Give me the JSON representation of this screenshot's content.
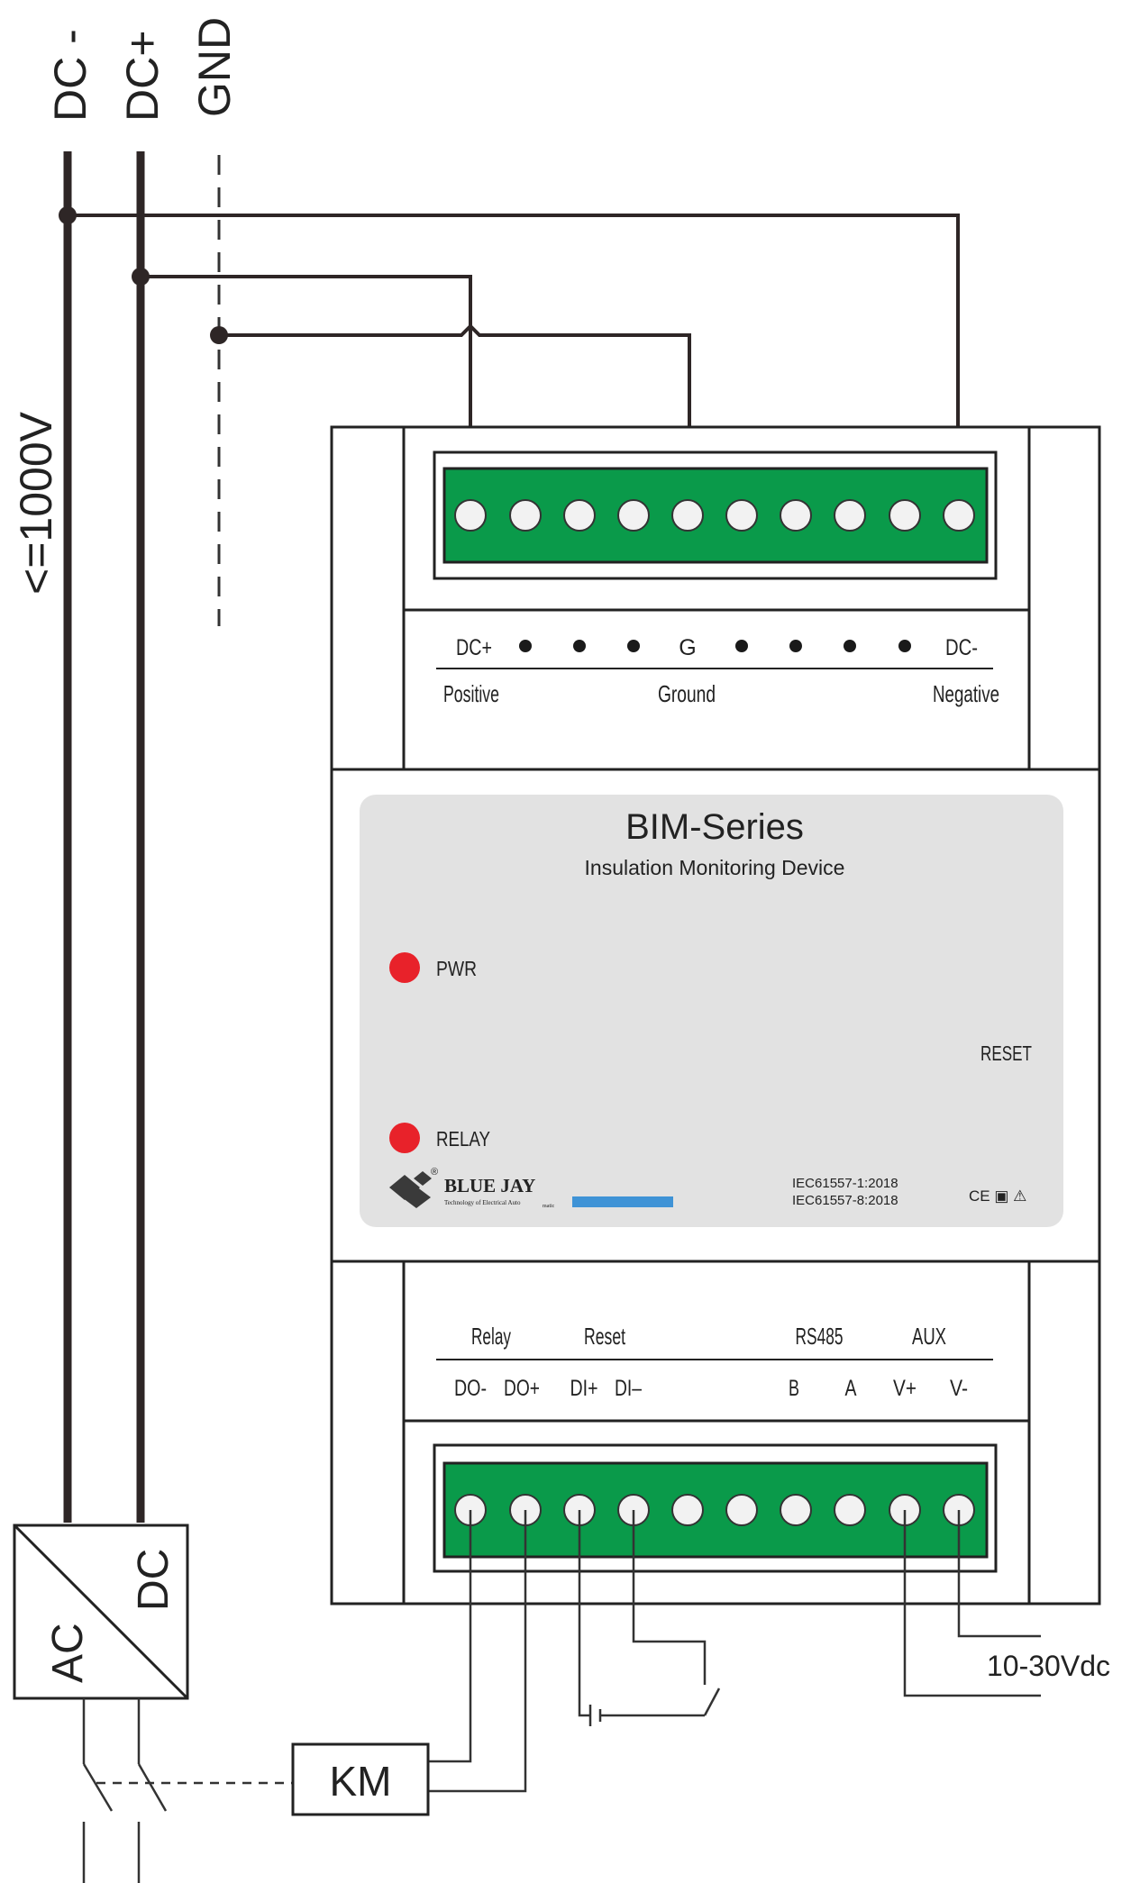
{
  "bus": {
    "dc_minus": "DC -",
    "dc_plus": "DC+",
    "gnd": "GND",
    "voltage": "<=1000V"
  },
  "converter": {
    "ac": "AC",
    "dc": "DC"
  },
  "contactor": {
    "label": "KM"
  },
  "top_terminal": {
    "pins": [
      "DC+",
      "",
      "",
      "",
      "G",
      "",
      "",
      "",
      "",
      "DC-"
    ],
    "descriptions": {
      "positive": "Positive",
      "ground": "Ground",
      "negative": "Negative"
    }
  },
  "panel": {
    "title": "BIM-Series",
    "subtitle": "Insulation Monitoring Device",
    "pwr_label": "PWR",
    "relay_label": "RELAY",
    "reset_label": "RESET",
    "brand": "BLUE JAY",
    "brand_reg": "®",
    "brand_tagline": "Technology of Electrical Auto",
    "brand_tagline_suffix": "matic",
    "standard_1": "IEC61557-1:2018",
    "standard_2": "IEC61557-8:2018",
    "marks": "CE ▣ ⚠"
  },
  "bottom_terminal": {
    "groups": {
      "relay": "Relay",
      "reset": "Reset",
      "rs485": "RS485",
      "aux": "AUX"
    },
    "pins": {
      "do_minus": "DO-",
      "do_plus": "DO+",
      "di_plus": "DI+",
      "di_minus": "DI–",
      "b": "B",
      "a": "A",
      "v_plus": "V+",
      "v_minus": "V-"
    }
  },
  "supply": {
    "label": "10-30Vdc"
  },
  "colors": {
    "terminal_green": "#0a9a4a",
    "led_red": "#e8222a",
    "panel_gray": "#e2e2e2",
    "brand_blue": "#3f93d6",
    "wire": "#2e2626"
  }
}
